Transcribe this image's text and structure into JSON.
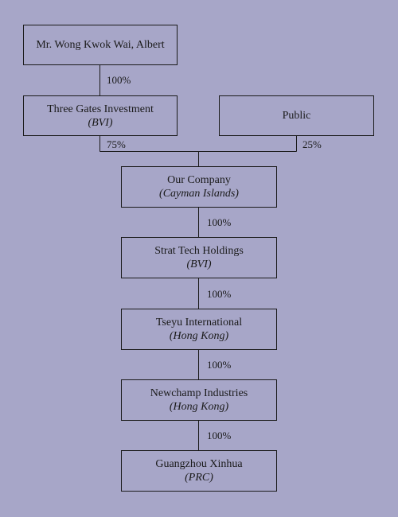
{
  "entities": {
    "wong": {
      "name": "Mr. Wong Kwok Wai, Albert",
      "jurisdiction": ""
    },
    "three_gates": {
      "name": "Three Gates Investment",
      "jurisdiction": "(BVI)"
    },
    "public": {
      "name": "Public",
      "jurisdiction": ""
    },
    "our_company": {
      "name": "Our Company",
      "jurisdiction": "(Cayman Islands)"
    },
    "strat_tech": {
      "name": "Strat Tech Holdings",
      "jurisdiction": "(BVI)"
    },
    "tseyu": {
      "name": "Tseyu International",
      "jurisdiction": "(Hong Kong)"
    },
    "newchamp": {
      "name": "Newchamp Industries",
      "jurisdiction": "(Hong Kong)"
    },
    "guangzhou": {
      "name": "Guangzhou Xinhua",
      "jurisdiction": "(PRC)"
    }
  },
  "ownership": {
    "wong_to_three_gates": "100%",
    "three_gates_to_our_company": "75%",
    "public_to_our_company": "25%",
    "our_company_to_strat_tech": "100%",
    "strat_tech_to_tseyu": "100%",
    "tseyu_to_newchamp": "100%",
    "newchamp_to_guangzhou": "100%"
  }
}
